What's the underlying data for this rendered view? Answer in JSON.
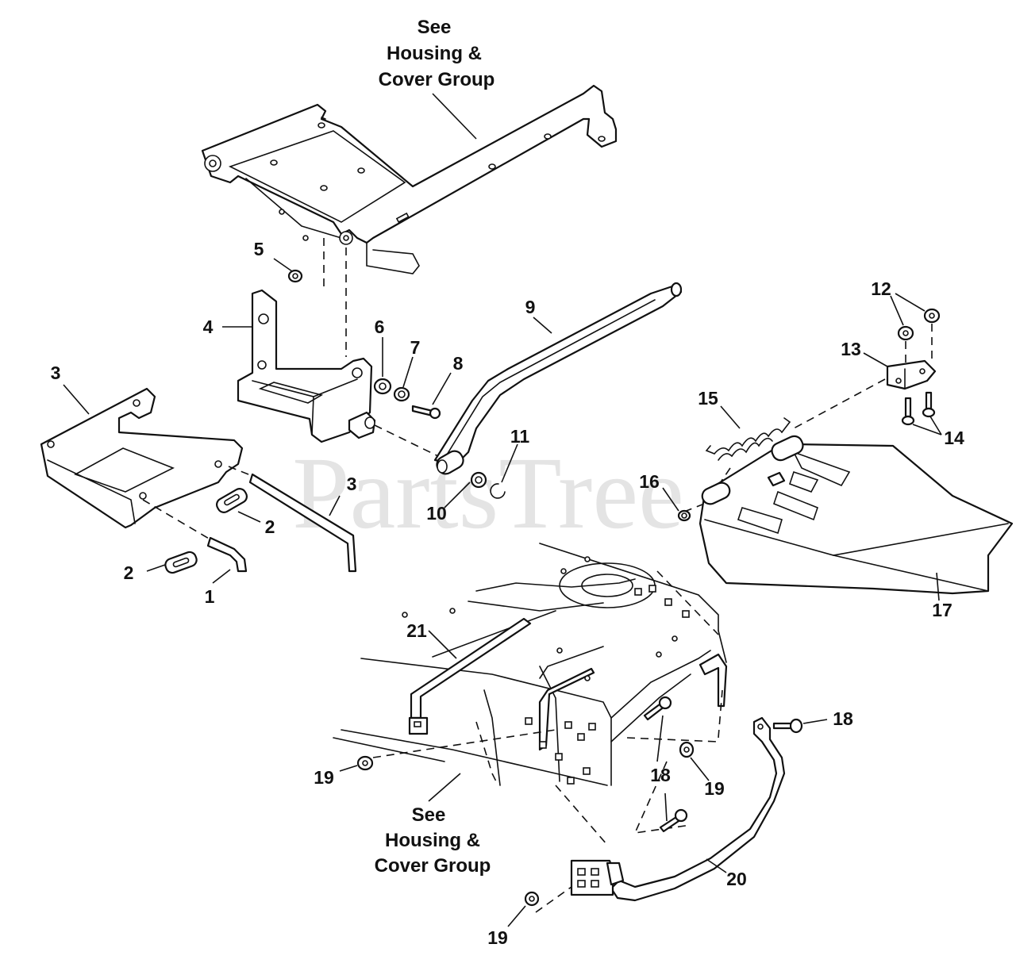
{
  "watermark": "PartsTree",
  "notes": {
    "top": [
      "See",
      "Housing &",
      "Cover Group"
    ],
    "bottom": [
      "See",
      "Housing &",
      "Cover Group"
    ]
  },
  "callouts": {
    "c1": "1",
    "c2a": "2",
    "c2b": "2",
    "c3a": "3",
    "c3b": "3",
    "c4": "4",
    "c5": "5",
    "c6": "6",
    "c7": "7",
    "c8": "8",
    "c9": "9",
    "c10": "10",
    "c11": "11",
    "c12": "12",
    "c13": "13",
    "c14": "14",
    "c15": "15",
    "c16": "16",
    "c17": "17",
    "c18a": "18",
    "c18b": "18",
    "c19a": "19",
    "c19b": "19",
    "c19c": "19",
    "c20": "20",
    "c21": "21"
  }
}
